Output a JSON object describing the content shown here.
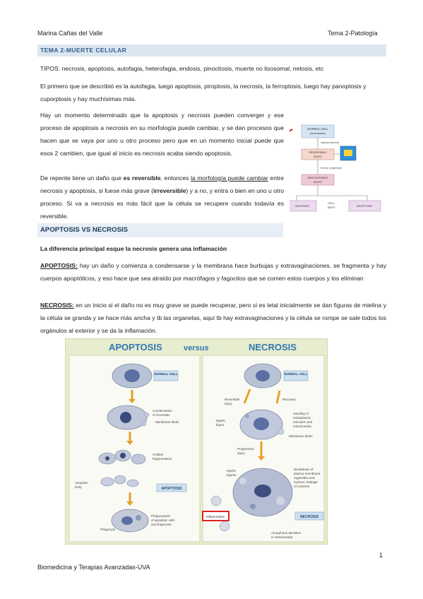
{
  "header": {
    "author": "Marina Cañas del Valle",
    "topic": "Tema 2-Patología"
  },
  "section1": {
    "title": "TEMA 2-MUERTE CELULAR",
    "tipos_label": "TIPOS:",
    "tipos_text": " necrosis, apoptosis, autofagia, heterofagia, endosis, pinocitosis, muerte no lisosomal, netosis, etc",
    "p1": "El primero que se describió es la autofagia, luego apoptosis, piroptosis, la necrosis, la ferroptosis, luego hay panoptosis y cuporptosis y hay muchísimas más.",
    "p2": "Hay un momento determinado que la apoptosis y necrosis pueden converger y ese proceso de apoptosis a necrosis en su morfología puede cambiar, y se dan procesos que hacen que se vaya por uno u otro proceso pero que en un momento inicial puede que esos 2 cambien, que igual al inicio es necrosis acaba siendo apoptosis.",
    "p3_a": "De repente tiene un daño que ",
    "p3_b": "es reversible",
    "p3_c": ", entonces ",
    "p3_d": "la morfología puede cambiar",
    "p3_e": " entre necrosis y apoptosis, si fuese más grave (",
    "p3_f": "irreversible",
    "p3_g": ") y a no, y entra o bien en uno u otro proceso. Si va a necrosis es más fácil que la célula se recupere cuando todavía es reversible."
  },
  "small_diagram": {
    "normal_cell": "NORMAL CELL",
    "normal_sub": "(homeostasis)",
    "stimulus": "Injurious stimulus",
    "reversible": "REVERSIBLE",
    "reversible_sub": "INJURY",
    "severe": "Severe, progressive",
    "irreversible": "IRREVERSIBLE",
    "irreversible_sub": "INJURY",
    "necrosis": "NECROSIS",
    "cell_death": "CELL",
    "cell_death_sub": "DEATH",
    "apoptosis": "APOPTOSIS"
  },
  "section2": {
    "title": "APOPTOSIS VS NECROSIS",
    "subtitle": "La diferencia principal esque la necrosis genera una inflamación",
    "apoptosis_label": "APOPTOSIS:",
    "apoptosis_text": " hay un daño y comienza a condensarse y la membrana hace burbujas y extravaginaciones, se fragmenta y hay cuerpos apoptóticos, y eso hace que sea atraído por macrófagos y fagocitos que se comen estos cuerpos y los eliminan",
    "necrosis_label": "NECROSIS:",
    "necrosis_text": " en un inicio si el daño no es muy grave se puede recuperar, pero si es letal inicialmente se dan figuras de mielina y la célula se granda y se hace más ancha y tb las organelas, aquí tb hay extravaginaciones y la célula se rompe se sale todos los orgánulos al exterior y se da la inflamación."
  },
  "big_figure": {
    "title_left": "APOPTOSIS",
    "title_mid": "versus",
    "title_right": "NECROSIS",
    "normal_cell": "NORMAL CELL",
    "cond1": "Condensation",
    "cond2": "of chromatin",
    "membrane_blebs": "Membrane blebs",
    "cell_frag1": "Cellular",
    "cell_frag2": "fragmentation",
    "apoptotic_body1": "Apoptotic",
    "apoptotic_body2": "body",
    "apoptosis_box": "APOPTOSIS",
    "phagocyte": "Phagocyte",
    "phago1": "Phagocytosis",
    "phago2": "of apoptotic cells",
    "phago3": "and fragments",
    "reversible1": "Reversible",
    "reversible2": "injury",
    "recovery": "Recovery",
    "myelin1": "Myelin",
    "myelin2": "figure",
    "swelling1": "Swelling of",
    "swelling2": "endoplasmic",
    "swelling3": "reticulum and",
    "swelling4": "mitochondria",
    "membrane_blebs_r": "Membrane blebs",
    "progressive1": "Progressive",
    "progressive2": "injury",
    "myelin_fig1": "Myelin",
    "myelin_fig2": "figures",
    "breakdown1": "Breakdown of",
    "breakdown2": "plasma membrane,",
    "breakdown3": "organelles and",
    "breakdown4": "nucleus; leakage",
    "breakdown5": "of contents",
    "inflammation": "Inflammation",
    "necrosis_box": "NECROSIS",
    "amorphous1": "Amorphous densities",
    "amorphous2": "in mitochondria"
  },
  "page_number": "1",
  "footer": "Biomedicina y Terapias Avanzadas-UVA"
}
